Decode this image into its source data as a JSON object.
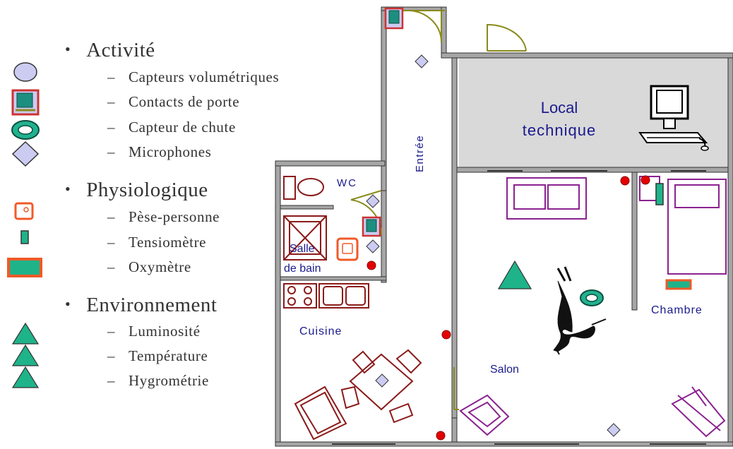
{
  "legend": {
    "sections": [
      {
        "title": "Activité",
        "items": [
          "Capteurs volumétriques",
          "Contacts de porte",
          "Capteur de chute",
          "Microphones"
        ]
      },
      {
        "title": "Physiologique",
        "items": [
          "Pèse-personne",
          "Tensiomètre",
          "Oxymètre"
        ]
      },
      {
        "title": "Environnement",
        "items": [
          "Luminosité",
          "Température",
          "Hygrométrie"
        ]
      }
    ],
    "bullet": "•",
    "dash": "–"
  },
  "plan": {
    "rooms": {
      "local_line1": "Local",
      "local_line2": "technique",
      "wc": "WC",
      "entree": "Entrée",
      "salle_line1": "Salle",
      "salle_line2": "de bain",
      "cuisine": "Cuisine",
      "salon": "Salon",
      "chambre": "Chambre"
    }
  },
  "colors": {
    "wall": "#a6a6a6",
    "technical_room": "#d9d9d9",
    "volumetric": "#ccccf2",
    "door_contact_frame": "#cc3333",
    "door_contact_inner": "#1d8f80",
    "fall_sensor": "#20b290",
    "microphone": "#ccccf2",
    "scale": "#f05a28",
    "teal": "#1fb38a",
    "sensor_red": "#e30000",
    "furniture_brown": "#8b1a1a",
    "furniture_purple": "#8b2290",
    "door_olive": "#8a8a1a",
    "label_blue": "#1a1a8c"
  },
  "icons": [
    "volumetric-sensor-icon",
    "door-contact-icon",
    "fall-sensor-icon",
    "microphone-icon",
    "scale-icon",
    "blood-pressure-icon",
    "oximeter-icon",
    "light-sensor-icon",
    "temperature-sensor-icon",
    "hygrometry-sensor-icon",
    "computer-icon",
    "person-icon"
  ]
}
